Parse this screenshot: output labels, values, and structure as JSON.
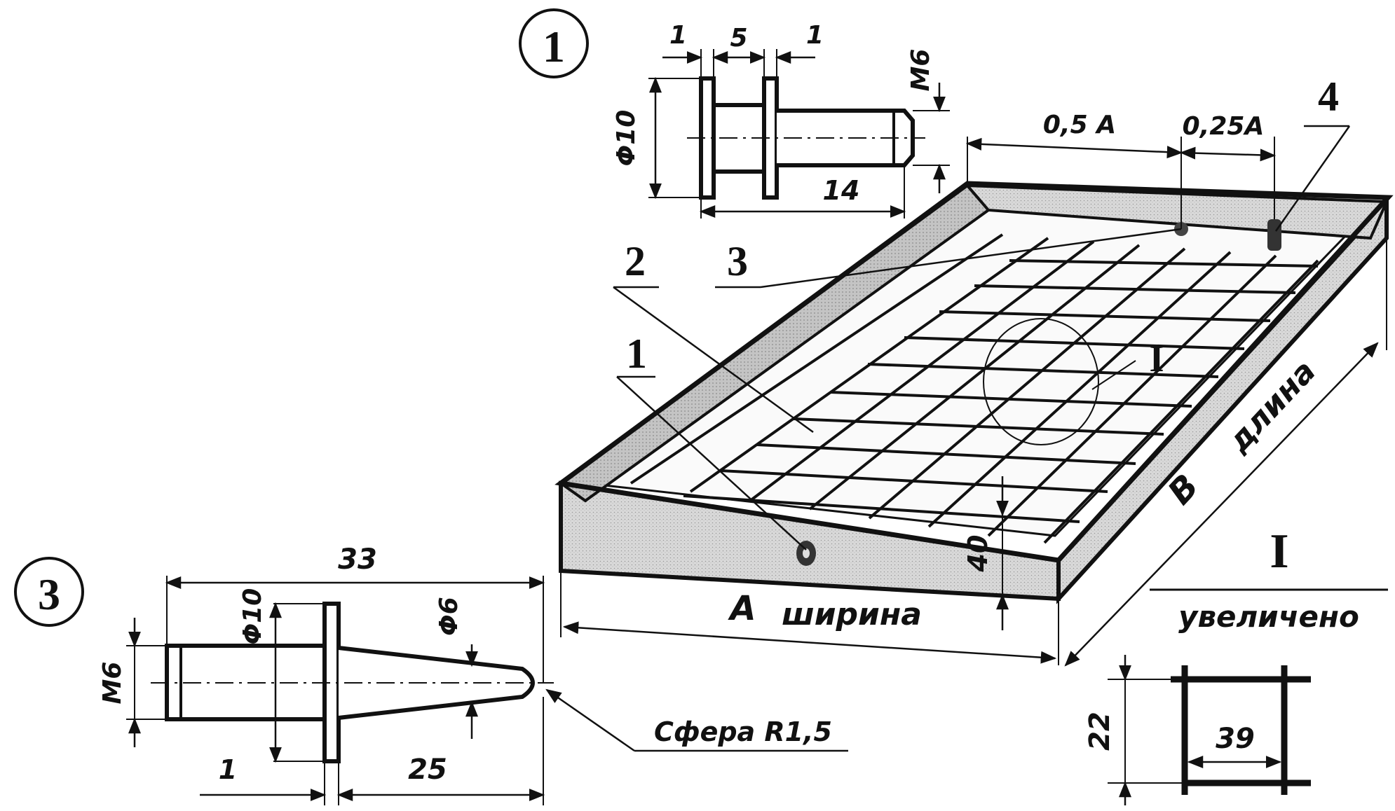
{
  "detail1": {
    "number": "1",
    "dims": {
      "flange_left": "1",
      "gap": "5",
      "flange_right": "1",
      "diameter": "Φ10",
      "thread": "M6",
      "length": "14"
    }
  },
  "detail3": {
    "number": "3",
    "dims": {
      "total": "33",
      "diameter10": "Φ10",
      "diameter6": "Φ6",
      "thread": "M6",
      "flange": "1",
      "taper": "25",
      "tip": "Сфера R1,5"
    }
  },
  "tray": {
    "callouts": [
      "1",
      "2",
      "3",
      "4"
    ],
    "detail_mark": "I",
    "dim_half": "0,5 A",
    "dim_quarter": "0,25A",
    "height": "40",
    "width_letter": "A",
    "width_word": "ширина",
    "length_letter": "B",
    "length_word": "длина"
  },
  "detail_I": {
    "mark": "I",
    "caption": "увеличено",
    "dim_vertical": "22",
    "dim_horizontal": "39"
  }
}
